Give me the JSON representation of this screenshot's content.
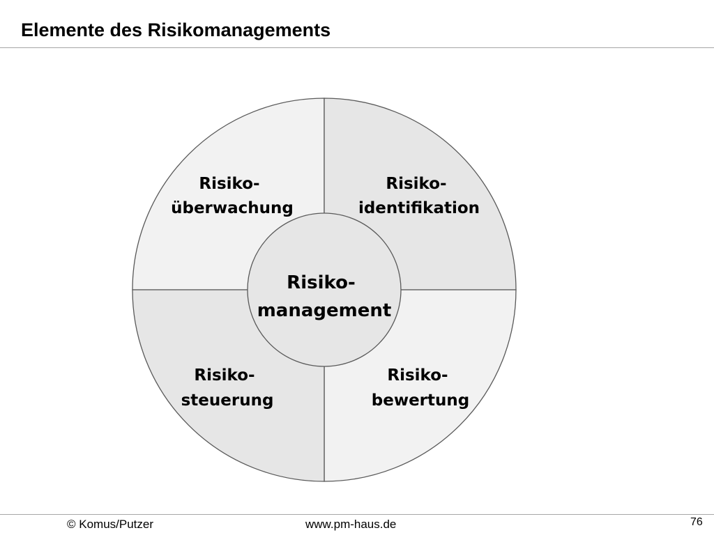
{
  "slide": {
    "title": "Elemente des Risikomanagements"
  },
  "diagram": {
    "center": {
      "line1": "Risiko-",
      "line2": "management"
    },
    "segments": [
      {
        "position": "top-left",
        "line1": "Risiko-",
        "line2": "überwachung",
        "fill": "#f2f2f2"
      },
      {
        "position": "top-right",
        "line1": "Risiko-",
        "line2": "identifikation",
        "fill": "#e6e6e6"
      },
      {
        "position": "bottom-left",
        "line1": "Risiko-",
        "line2": "steuerung",
        "fill": "#e6e6e6"
      },
      {
        "position": "bottom-right",
        "line1": "Risiko-",
        "line2": "bewertung",
        "fill": "#f2f2f2"
      }
    ],
    "center_fill": "#e6e6e6",
    "stroke": "#595959"
  },
  "footer": {
    "copyright": "© Komus/Putzer",
    "url": "www.pm-haus.de",
    "page_number": "76"
  }
}
